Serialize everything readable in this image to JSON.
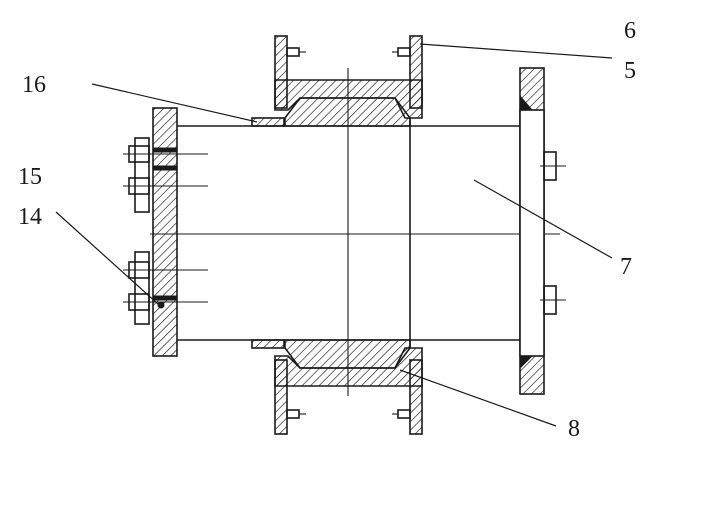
{
  "callouts": {
    "label_6": "6",
    "label_5": "5",
    "label_16": "16",
    "label_15": "15",
    "label_14": "14",
    "label_7": "7",
    "label_8": "8"
  },
  "colors": {
    "line": "#1a1a1a",
    "background": "#ffffff"
  }
}
